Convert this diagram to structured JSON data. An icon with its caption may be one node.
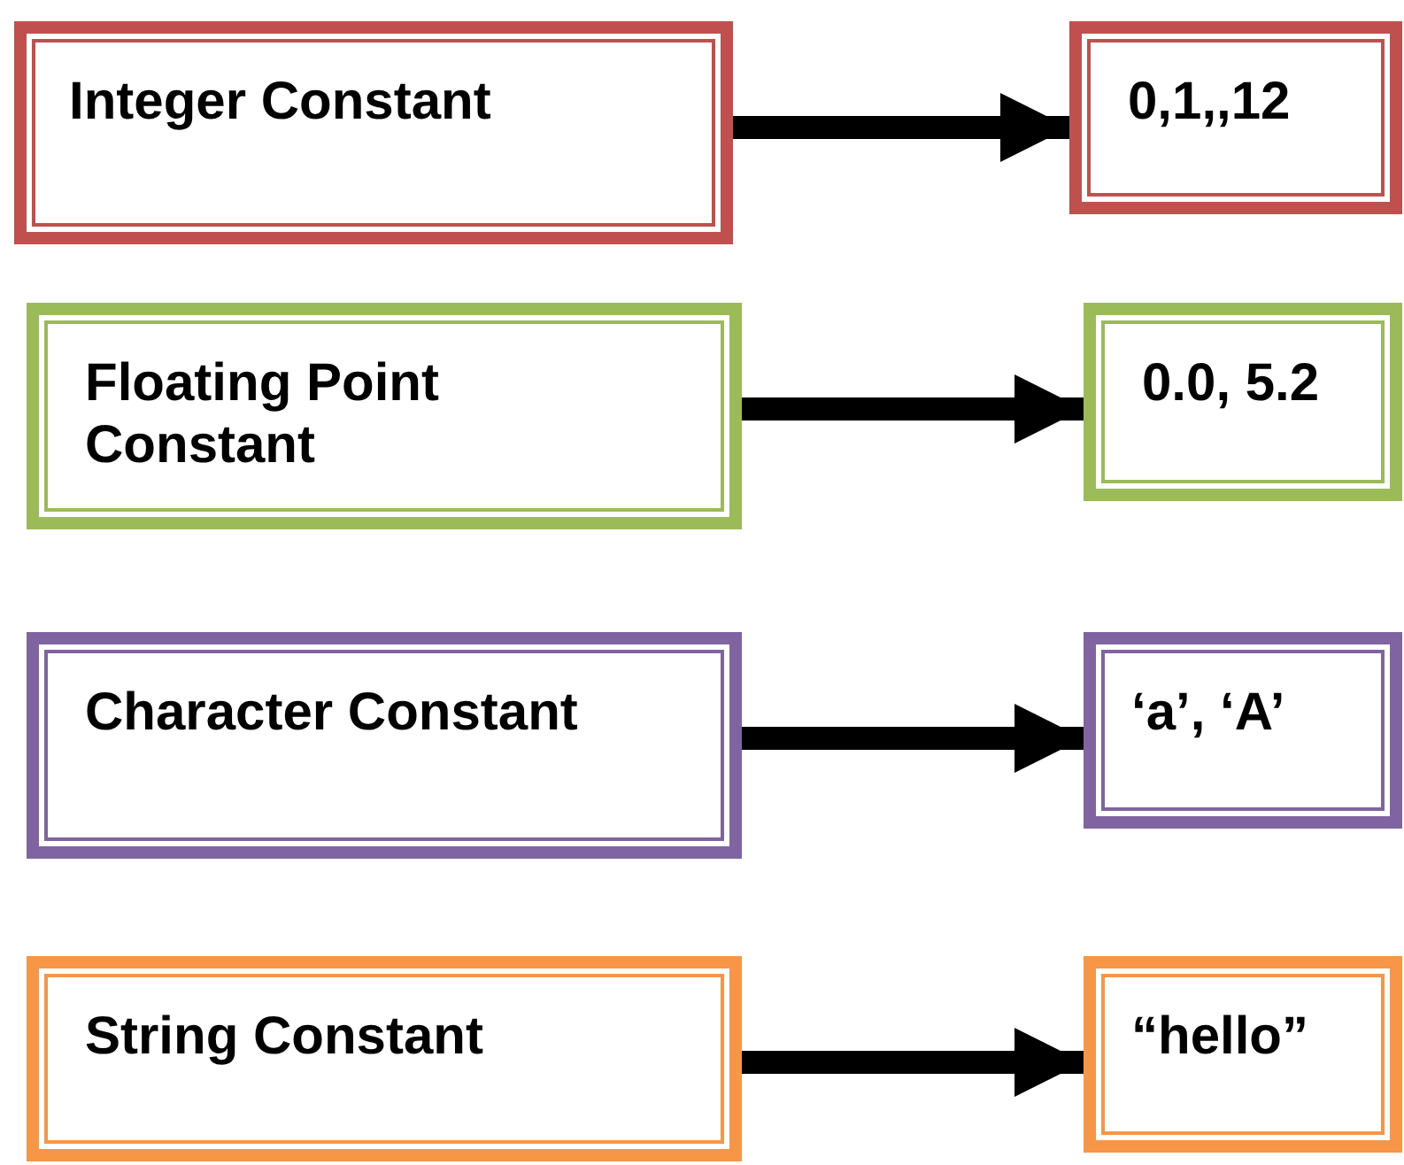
{
  "diagram": {
    "nodes": [
      {
        "text": [
          "Integer Constant"
        ]
      },
      {
        "text": [
          "0,1,,12"
        ]
      },
      {
        "text": [
          "Floating Point Constant"
        ]
      },
      {
        "text": [
          "0.0, 5.2"
        ]
      },
      {
        "text": [
          "Character Constant"
        ]
      },
      {
        "text": [
          "‘a’, ‘A’"
        ]
      },
      {
        "text": [
          "String Constant"
        ]
      },
      {
        "text": [
          "“hello”"
        ]
      }
    ],
    "edges": [
      {
        "from": 0,
        "to": 1,
        "arrow": "to"
      },
      {
        "from": 2,
        "to": 3,
        "arrow": "to"
      },
      {
        "from": 4,
        "to": 5,
        "arrow": "to"
      },
      {
        "from": 6,
        "to": 7,
        "arrow": "to"
      }
    ]
  }
}
